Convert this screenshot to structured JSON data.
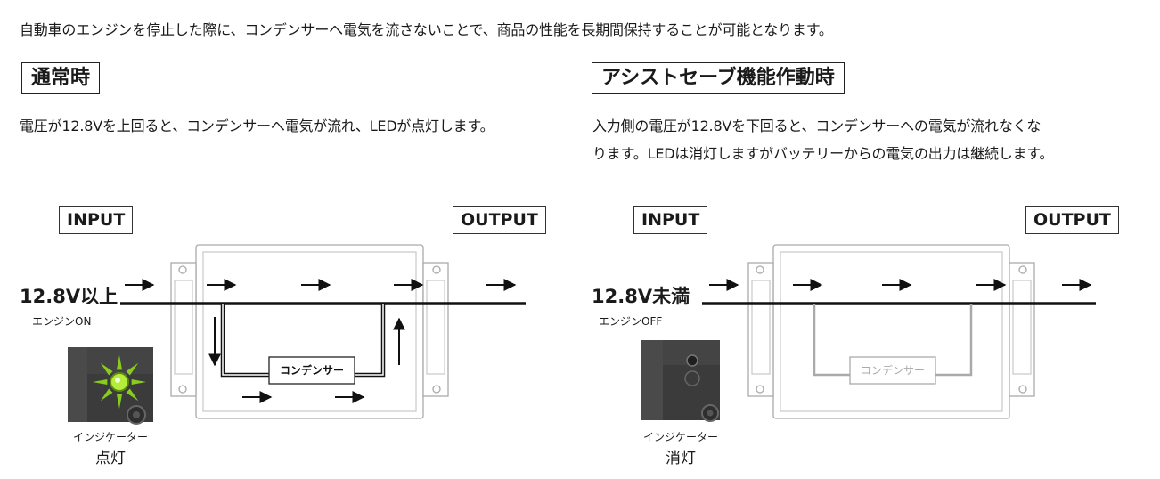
{
  "intro": "自動車のエンジンを停止した際に、コンデンサーへ電気を流さないことで、商品の性能を長期間保持することが可能となります。",
  "left": {
    "heading": "通常時",
    "description": "電圧が12.8Vを上回ると、コンデンサーへ電気が流れ、LEDが点灯します。",
    "input_label": "INPUT",
    "output_label": "OUTPUT",
    "voltage": "12.8V以上",
    "engine": "エンジンON",
    "capacitor": "コンデンサー",
    "indicator_label": "インジケーター",
    "indicator_state": "点灯",
    "led_color": "#8acc1e"
  },
  "right": {
    "heading": "アシストセーブ機能作動時",
    "description_line1": "入力側の電圧が12.8Vを下回ると、コンデンサーへの電気が流れなくな",
    "description_line2": "ります。LEDは消灯しますがバッテリーからの電気の出力は継続します。",
    "input_label": "INPUT",
    "output_label": "OUTPUT",
    "voltage": "12.8V未満",
    "engine": "エンジンOFF",
    "capacitor": "コンデンサー",
    "indicator_label": "インジケーター",
    "indicator_state": "消灯"
  }
}
